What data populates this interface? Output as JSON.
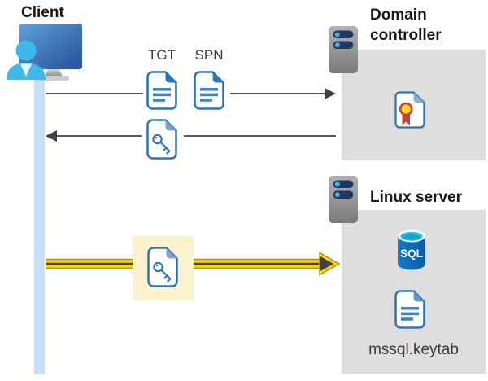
{
  "labels": {
    "client": "Client",
    "domain_controller": "Domain controller",
    "linux_server": "Linux server",
    "tgt": "TGT",
    "spn": "SPN",
    "keytab_file": "mssql.keytab",
    "sql_badge": "SQL"
  },
  "icons": {
    "client": "workstation-user-icon",
    "domain_controller": "server-icon",
    "linux_server": "server-icon",
    "tgt_request": "document-icon",
    "spn_request": "document-icon",
    "returned_ticket": "key-document-icon",
    "presented_ticket": "key-document-icon",
    "certificate": "certificate-icon",
    "database": "sql-database-icon",
    "keytab": "document-icon"
  },
  "colors": {
    "accent_blue": "#2E75B6",
    "box_gray": "#DEDEDE",
    "timeline_blue": "#C9DEF7",
    "highlight_yellow": "#FBF3CE",
    "arrow_dark": "#404040",
    "arrow_yellow": "#FFD400",
    "sql_cylinder_blue": "#0F6CBE",
    "sql_top_cyan": "#2CBCE0",
    "server_bar_navy": "#1F3864",
    "server_dot_blue": "#40B4E6",
    "certificate_seal_yellow": "#FFD919",
    "certificate_seal_red": "#CF3B3B",
    "person_cyan": "#3EB9E9",
    "monitor_blue_light": "#5FA0DC",
    "monitor_blue_dark": "#24509A"
  }
}
